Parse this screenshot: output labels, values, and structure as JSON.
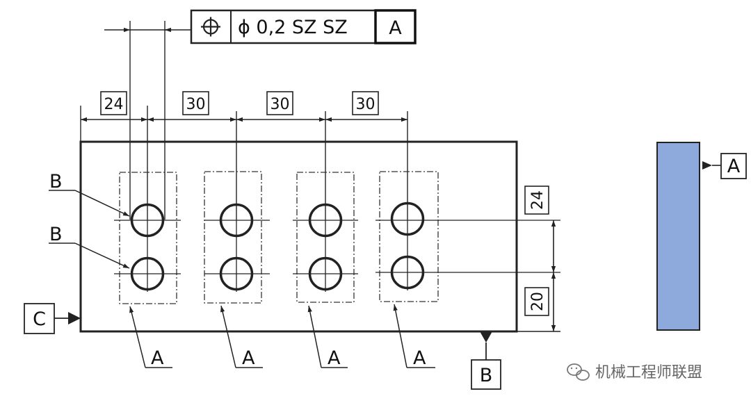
{
  "drawing": {
    "frame": {
      "position_symbol": "⌖",
      "tolerance": "ϕ 0,2 SZ SZ",
      "datum": "A"
    },
    "horizontal_dims": [
      "24",
      "30",
      "30",
      "30"
    ],
    "vertical_dims": [
      "24",
      "20"
    ],
    "labels": {
      "b_upper": "B",
      "b_lower": "B",
      "a_1": "A",
      "a_2": "A",
      "a_3": "A",
      "a_4": "A"
    },
    "datums": {
      "c": "C",
      "b": "B",
      "a": "A"
    },
    "side_view_fill": "#8ea9db",
    "line_color": "#222222"
  },
  "watermark": {
    "text": "机械工程师联盟"
  }
}
